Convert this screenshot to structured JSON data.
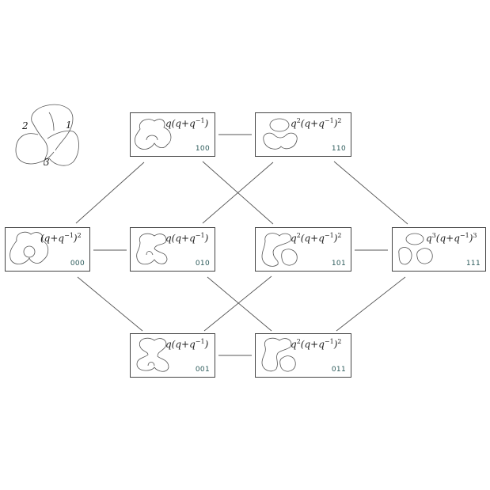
{
  "knot": {
    "crossing_labels": [
      "2",
      "1",
      "3"
    ]
  },
  "states": [
    {
      "code": "100",
      "expr_prefix": "q(q+q",
      "expr_exp": "−1",
      "expr_suffix": ")",
      "outer_exp": ""
    },
    {
      "code": "110",
      "expr_prefix": "q",
      "prefix_exp": "2",
      "expr_mid": "(q+q",
      "expr_exp": "−1",
      "expr_suffix": ")",
      "outer_exp": "2"
    },
    {
      "code": "000",
      "expr_prefix": "(q+q",
      "expr_exp": "−1",
      "expr_suffix": ")",
      "outer_exp": "2"
    },
    {
      "code": "010",
      "expr_prefix": "q(q+q",
      "expr_exp": "−1",
      "expr_suffix": ")",
      "outer_exp": ""
    },
    {
      "code": "101",
      "expr_prefix": "q",
      "prefix_exp": "2",
      "expr_mid": "(q+q",
      "expr_exp": "−1",
      "expr_suffix": ")",
      "outer_exp": "2"
    },
    {
      "code": "111",
      "expr_prefix": "q",
      "prefix_exp": "3",
      "expr_mid": "(q+q",
      "expr_exp": "−1",
      "expr_suffix": ")",
      "outer_exp": "3"
    },
    {
      "code": "001",
      "expr_prefix": "q(q+q",
      "expr_exp": "−1",
      "expr_suffix": ")",
      "outer_exp": ""
    },
    {
      "code": "011",
      "expr_prefix": "q",
      "prefix_exp": "2",
      "expr_mid": "(q+q",
      "expr_exp": "−1",
      "expr_suffix": ")",
      "outer_exp": "2"
    }
  ]
}
